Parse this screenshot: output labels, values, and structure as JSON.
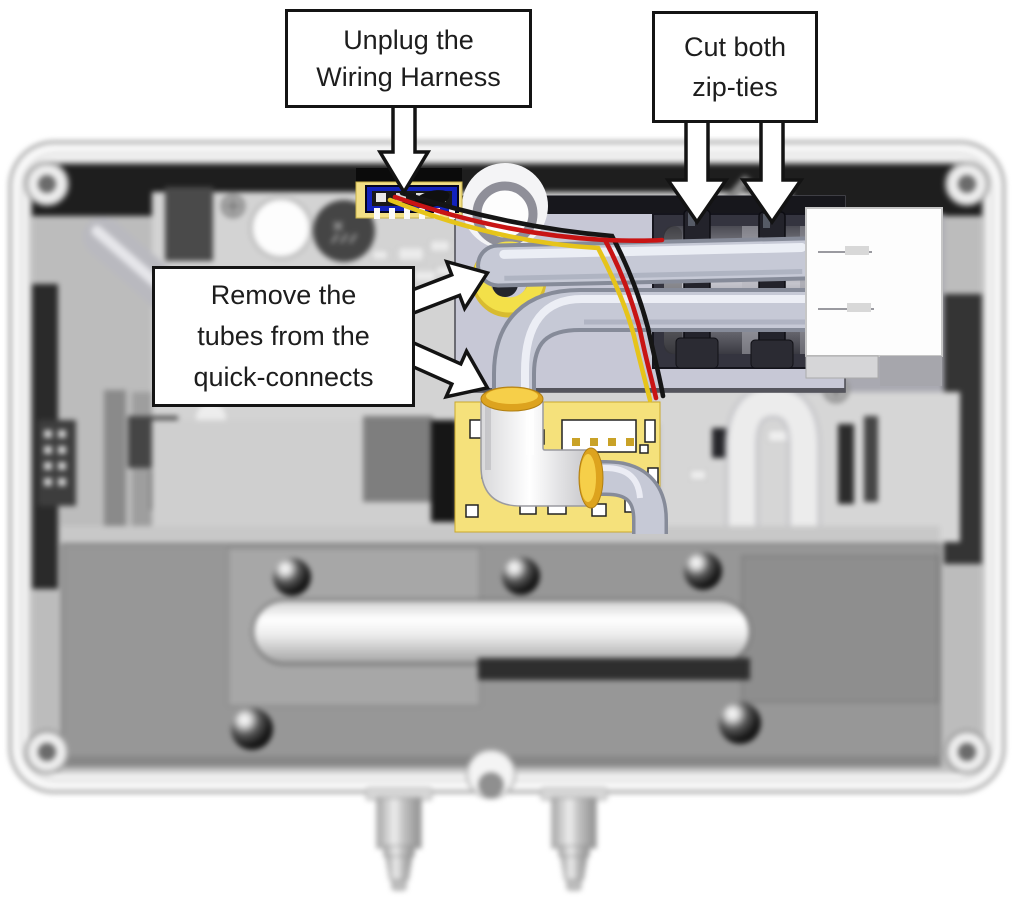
{
  "figure": {
    "type": "instructional-diagram",
    "subject": "device-enclosure-interior",
    "callouts": {
      "unplug": {
        "line1": "Unplug the",
        "line2": "Wiring Harness"
      },
      "cut": {
        "line1": "Cut both",
        "line2": "zip-ties"
      },
      "remove": {
        "line1": "Remove the",
        "line2": "tubes from the",
        "line3": "quick-connects"
      }
    },
    "colors": {
      "highlight_pcb_yellow": "#F5E17B",
      "harness_connector_blue": "#1222BD",
      "wire_red": "#C81414",
      "wire_yellow": "#E6C41A",
      "wire_black": "#151515",
      "quick_connect_gold": "#DDA31E",
      "quick_connect_ring_yellow": "#F3E049",
      "focus_panel_lavender": "#C7C8D6",
      "enclosure_white": "#F8F8F8",
      "pump_block_gray": "#979797"
    },
    "highlighted_parts": [
      "wiring-harness",
      "zip-ties",
      "upper-tube",
      "lower-tube",
      "quick-connects",
      "elbow-quick-connect"
    ]
  }
}
